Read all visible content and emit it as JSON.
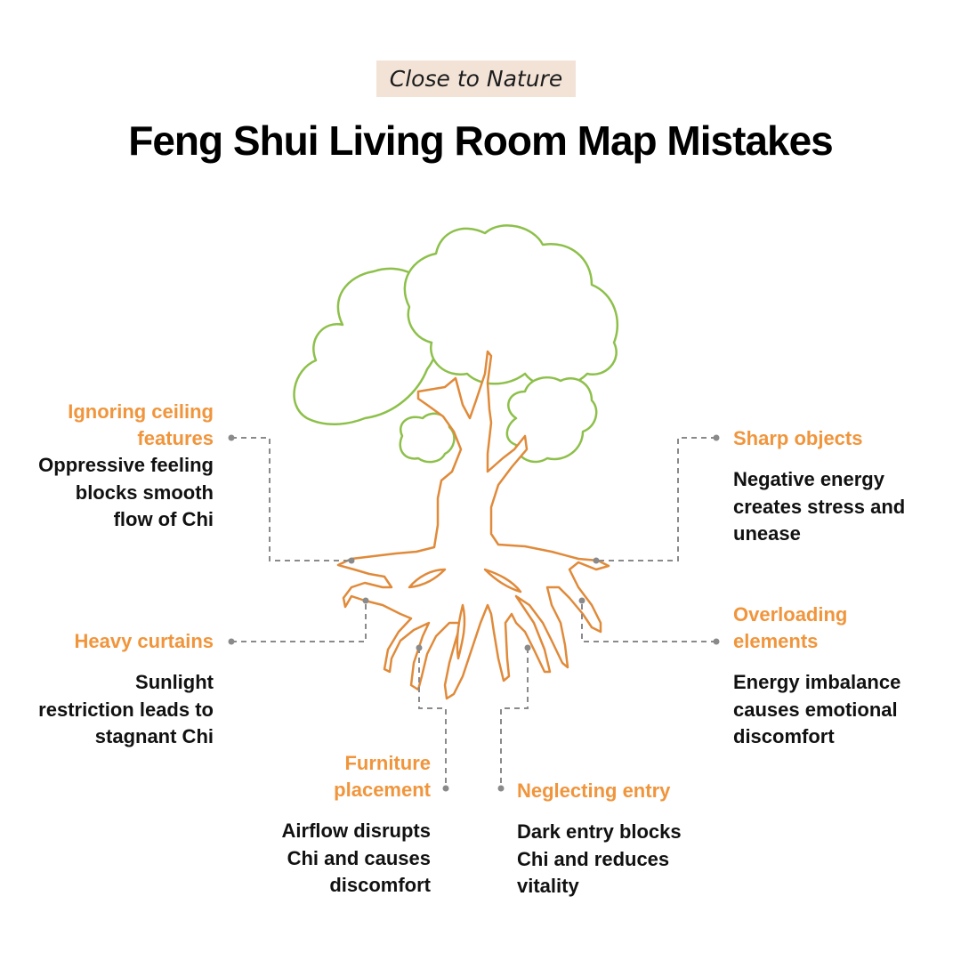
{
  "tag": "Close to Nature",
  "title": "Feng Shui Living Room Map Mistakes",
  "colors": {
    "accent": "#f0953c",
    "canopy": "#8dc04a",
    "trunk": "#e08a3a",
    "connector": "#8a8a8a",
    "tag_bg": "#f3e3d7"
  },
  "items": [
    {
      "heading": "Ignoring ceiling features",
      "description": "Oppressive feeling blocks smooth flow of Chi"
    },
    {
      "heading": "Sharp objects",
      "description": "Negative energy creates stress and unease"
    },
    {
      "heading": "Heavy curtains",
      "description": "Sunlight restriction leads to stagnant Chi"
    },
    {
      "heading": "Overloading elements",
      "description": "Energy imbalance causes emotional discomfort"
    },
    {
      "heading": "Furniture placement",
      "description": "Airflow disrupts Chi and causes discomfort"
    },
    {
      "heading": "Neglecting entry",
      "description": "Dark entry blocks Chi and reduces vitality"
    }
  ]
}
